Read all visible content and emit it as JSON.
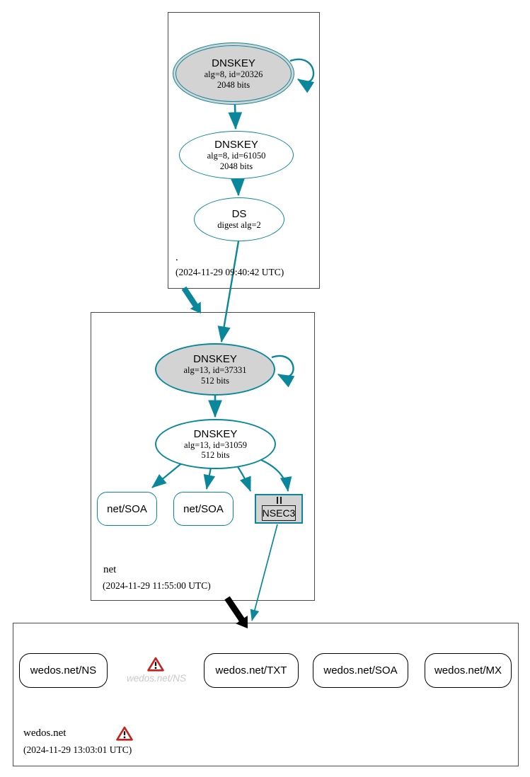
{
  "colors": {
    "secure_teal": "#0a879a",
    "key_fill_gray": "#d3d3d3",
    "warning_red": "#c42121",
    "ghost_gray": "#c9c9c9",
    "zone_box_border": "#4a4a4a",
    "insecure_black": "#000000"
  },
  "zones": {
    "root": {
      "name": ".",
      "timestamp": "(2024-11-29 09:40:42 UTC)"
    },
    "net": {
      "name": "net",
      "timestamp": "(2024-11-29 11:55:00 UTC)"
    },
    "wedos_net": {
      "name": "wedos.net",
      "timestamp": "(2024-11-29 13:03:01 UTC)"
    }
  },
  "nodes": {
    "root_ksk": {
      "title": "DNSKEY",
      "alg": "alg=8, id=20326",
      "bits": "2048 bits"
    },
    "root_zsk": {
      "title": "DNSKEY",
      "alg": "alg=8, id=61050",
      "bits": "2048 bits"
    },
    "root_ds": {
      "title": "DS",
      "alg": "digest alg=2"
    },
    "net_ksk": {
      "title": "DNSKEY",
      "alg": "alg=13, id=37331",
      "bits": "512 bits"
    },
    "net_zsk": {
      "title": "DNSKEY",
      "alg": "alg=13, id=31059",
      "bits": "512 bits"
    },
    "net_soa_a": {
      "label": "net/SOA"
    },
    "net_soa_b": {
      "label": "net/SOA"
    },
    "nsec3": {
      "label": "NSEC3"
    },
    "wedos_ns": {
      "label": "wedos.net/NS"
    },
    "wedos_ns_ghost": {
      "label": "wedos.net/NS"
    },
    "wedos_txt": {
      "label": "wedos.net/TXT"
    },
    "wedos_soa": {
      "label": "wedos.net/SOA"
    },
    "wedos_mx": {
      "label": "wedos.net/MX"
    }
  }
}
